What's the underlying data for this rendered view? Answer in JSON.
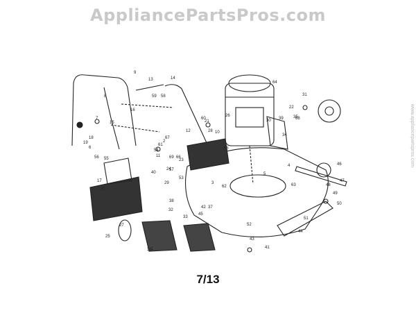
{
  "watermark": "AppliancePartsPros.com",
  "side_mark": "www.appliancepartspros.com",
  "page_number": "7/13",
  "callouts": [
    "1",
    "2",
    "3",
    "4",
    "5",
    "6",
    "7",
    "8",
    "9",
    "10",
    "11",
    "12",
    "13",
    "14",
    "15",
    "16",
    "17",
    "18",
    "19",
    "20",
    "21",
    "22",
    "23",
    "24",
    "25",
    "26",
    "27",
    "28",
    "29",
    "30",
    "31",
    "32",
    "33",
    "34",
    "35",
    "36",
    "37",
    "38",
    "39",
    "40",
    "41",
    "42",
    "43",
    "44",
    "45",
    "46",
    "47",
    "48",
    "49",
    "50",
    "51",
    "52",
    "53",
    "54",
    "55",
    "56",
    "57",
    "58",
    "59",
    "60",
    "61",
    "62",
    "63",
    "64",
    "65",
    "66",
    "67",
    "68",
    "69"
  ]
}
